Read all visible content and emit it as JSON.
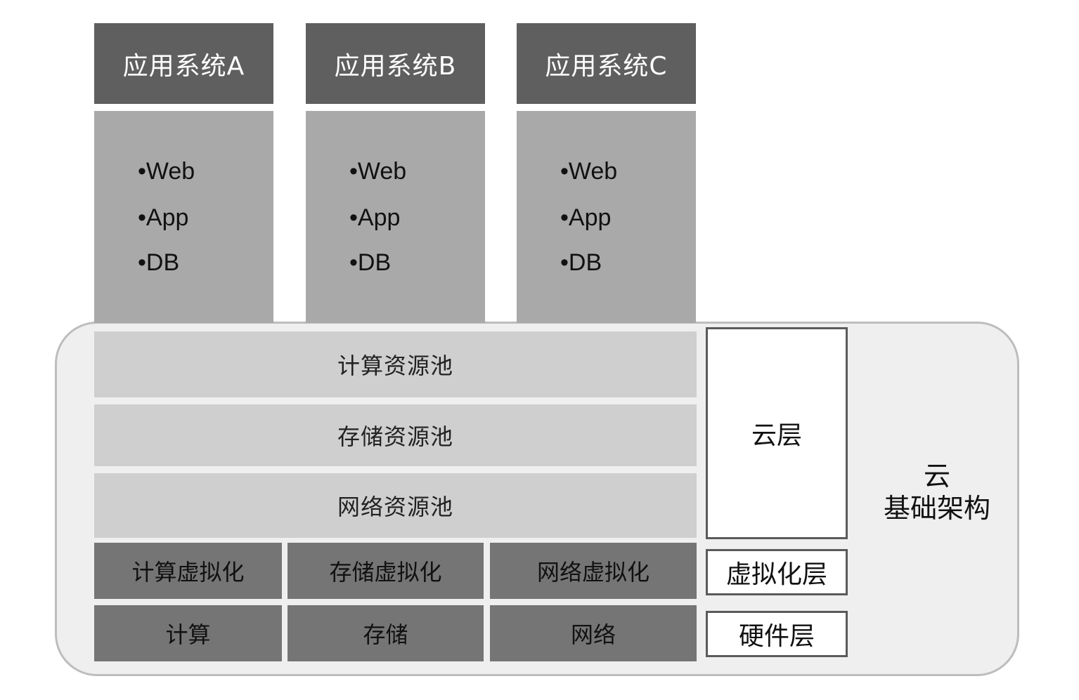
{
  "apps": [
    {
      "title": "应用系统A",
      "items": [
        "•Web",
        "•App",
        "•DB"
      ]
    },
    {
      "title": "应用系统B",
      "items": [
        "•Web",
        "•App",
        "•DB"
      ]
    },
    {
      "title": "应用系统C",
      "items": [
        "•Web",
        "•App",
        "•DB"
      ]
    }
  ],
  "pools": {
    "compute": "计算资源池",
    "storage": "存储资源池",
    "network": "网络资源池"
  },
  "virtualization": {
    "compute": "计算虚拟化",
    "storage": "存储虚拟化",
    "network": "网络虚拟化"
  },
  "hardware": {
    "compute": "计算",
    "storage": "存储",
    "network": "网络"
  },
  "layers": {
    "cloud": "云层",
    "virtualization": "虚拟化层",
    "hardware": "硬件层"
  },
  "infra_label": {
    "line1": "云",
    "line2": "基础架构"
  },
  "colors": {
    "app_header": "#5f5f5f",
    "app_body": "#a9a9a9",
    "pool": "#cfcfcf",
    "virt": "#757575",
    "container": "#efefef"
  }
}
